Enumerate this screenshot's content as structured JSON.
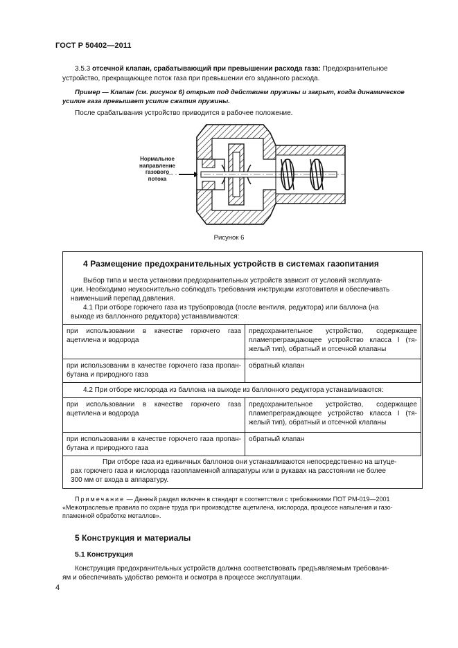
{
  "header": {
    "standard": "ГОСТ Р 50402—2011"
  },
  "clause_353": {
    "number": "3.5.3",
    "term": "отсечной клапан, срабатывающий при превышении расхода газа:",
    "definition_l1": "Предохранительное",
    "definition_l2": "устройство, прекращающее поток газа при превышении его заданного расхода."
  },
  "example": {
    "line1": "Пример — Клапан (см. рисунок 6) открыт под действием пружины и закрыт, когда динамическое",
    "line2": "усилие газа превышает усилие сжатия пружины."
  },
  "after_trigger": "После срабатывания устройство приводится в рабочее положение.",
  "figure": {
    "flow_label_lines": [
      "Нормальное",
      "направление",
      "газового",
      "потока"
    ],
    "caption": "Рисунок 6"
  },
  "section4": {
    "title": "4  Размещение предохранительных устройств в системах газопитания",
    "intro_lines": [
      "Выбор типа и места установки предохранительных устройств зависит от условий эксплуата-",
      "ции. Необходимо неукоснительно соблюдать требования инструкции изготовителя и обеспечивать",
      "наименьший перепад давления."
    ],
    "p41_lines": [
      "4.1  При отборе горючего газа из трубопровода (после вентиля, редуктора) или баллона (на",
      "выходе из баллонного редуктора) устанавливаются:"
    ],
    "table1": [
      {
        "case": "при использовании в качестве горючего газа ацетилена и водорода",
        "device": "предохранительное устройство, содержащее пламепреграждающее устройство класса I (тя-желый тип), обратный и отсечной клапаны"
      },
      {
        "case": "при использовании в качестве горючего газа пропан-бутана и природного газа",
        "device": "обратный клапан"
      }
    ],
    "p42": "4.2  При отборе кислорода из баллона на выходе из баллонного редуктора устанавливаются:",
    "table2": [
      {
        "case": "при использовании в качестве горючего газа ацетилена и водорода",
        "device": "предохранительное устройство, содержащее пламепреграждающее устройство класса I (тя-желый тип), обратный и отсечной клапаны"
      },
      {
        "case": "при использовании в качестве горючего газа пропан-бутана и природного газа",
        "device": "обратный клапан"
      }
    ],
    "closing_lines": [
      "При отборе газа из единичных баллонов они устанавливаются непосредственно на штуце-",
      "рах горючего газа и кислорода газопламенной аппаратуры или в рукавах на расстоянии не более",
      "300 мм от входа в аппаратуру."
    ]
  },
  "note": {
    "label": "Примечание",
    "line1": " — Данный раздел включен в стандарт в соответствии с требованиями ПОТ РМ-019—2001",
    "line2": "«Межотраслевые правила по охране труда при производстве ацетилена, кислорода, процессе напыления и газо-",
    "line3": "пламенной обработке металлов»."
  },
  "section5": {
    "title": "5  Конструкция и материалы",
    "sub_title": "5.1  Конструкция",
    "line1": "Конструкция предохранительных устройств должна соответствовать предъявляемым требовани-",
    "line2": "ям и обеспечивать удобство ремонта и осмотра в процессе эксплуатации."
  },
  "page_number": "4"
}
